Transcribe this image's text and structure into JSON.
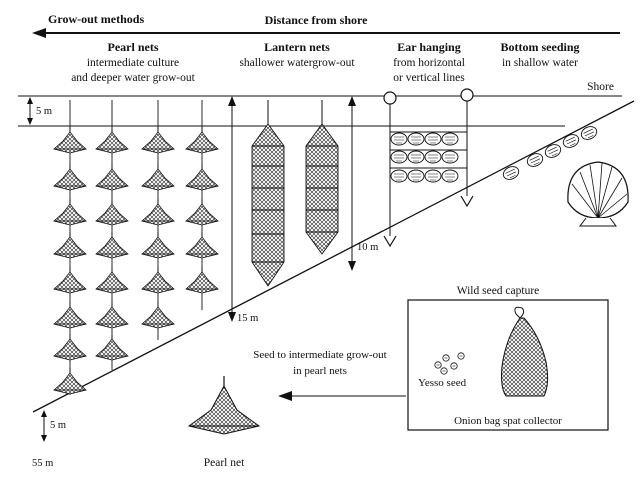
{
  "header": {
    "left_label": "Grow-out methods",
    "center_label": "Distance from shore"
  },
  "methods": {
    "pearl_nets": {
      "title": "Pearl nets",
      "line1": "intermediate culture",
      "line2": "and deeper water grow-out"
    },
    "lantern_nets": {
      "title": "Lantern nets",
      "line1": "shallower watergrow-out"
    },
    "ear_hanging": {
      "title": "Ear hanging",
      "line1": "from horizontal",
      "line2": "or vertical lines"
    },
    "bottom_seeding": {
      "title": "Bottom seeding",
      "line1": "in shallow water"
    }
  },
  "labels": {
    "shore": "Shore",
    "depth_5m_top": "5 m",
    "depth_10m": "10 m",
    "depth_15m": "15 m",
    "depth_5m_bottom": "5 m",
    "depth_55m": "55 m",
    "seed_transfer_line1": "Seed to intermediate grow-out",
    "seed_transfer_line2": "in pearl nets",
    "pearl_net": "Pearl net"
  },
  "wild_seed": {
    "title": "Wild seed capture",
    "yesso_seed": "Yesso seed",
    "collector": "Onion bag spat collector"
  }
}
